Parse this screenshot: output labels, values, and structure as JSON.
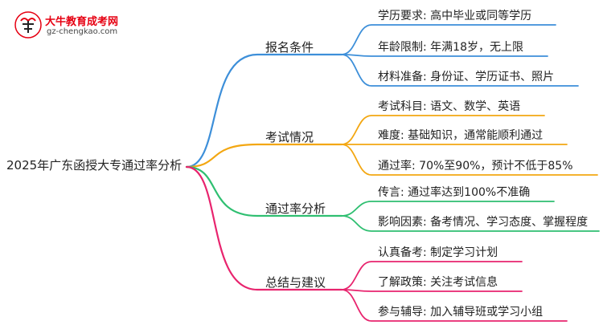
{
  "logo": {
    "title": "大牛教育成考网",
    "url": "gz-chengkao.com"
  },
  "root": {
    "label": "2025年广东函授大专通过率分析"
  },
  "colors": {
    "blue": "#3d8fd9",
    "orange": "#f3a712",
    "green": "#2fbf71",
    "pink": "#e8246e"
  },
  "branches": [
    {
      "label": "报名条件",
      "color": "blue",
      "leaves": [
        "学历要求: 高中毕业或同等学历",
        "年龄限制: 年满18岁，无上限",
        "材料准备: 身份证、学历证书、照片"
      ]
    },
    {
      "label": "考试情况",
      "color": "orange",
      "leaves": [
        "考试科目: 语文、数学、英语",
        "难度: 基础知识，通常能顺利通过",
        "通过率: 70%至90%，预计不低于85%"
      ]
    },
    {
      "label": "通过率分析",
      "color": "green",
      "leaves": [
        "传言: 通过率达到100%不准确",
        "影响因素: 备考情况、学习态度、掌握程度"
      ]
    },
    {
      "label": "总结与建议",
      "color": "pink",
      "leaves": [
        "认真备考: 制定学习计划",
        "了解政策: 关注考试信息",
        "参与辅导: 加入辅导班或学习小组"
      ]
    }
  ]
}
